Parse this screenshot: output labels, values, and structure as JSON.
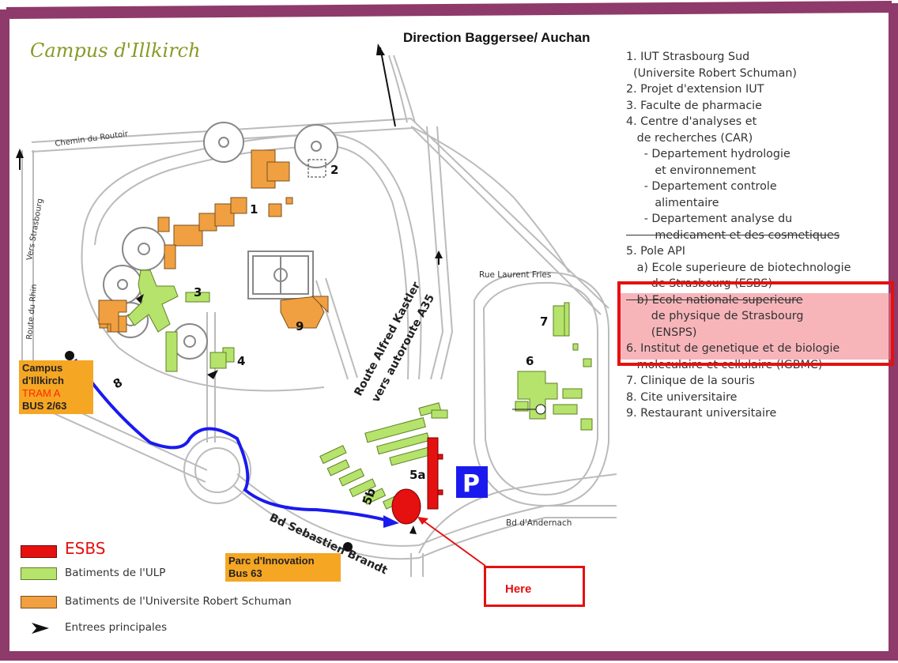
{
  "map_title": "Campus d'Illkirch",
  "direction_label": "Direction Baggersee/ Auchan",
  "roads": {
    "chemin_routoir": "Chemin du Routoir",
    "vers_strasbourg": "Vers Strasbourg",
    "route_du_rhin": "Route du Rhin",
    "rue_laurent_fries": "Rue Laurent Fries",
    "route_kastler_1": "Route Alfred Kastler",
    "route_kastler_2": "vers autoroute A35",
    "bd_brandt": "Bd Sebastien Brandt",
    "bd_andernach": "Bd d'Andernach"
  },
  "building_numbers": [
    "1",
    "2",
    "3",
    "4",
    "5a",
    "5b",
    "6",
    "7",
    "8",
    "9"
  ],
  "parking_label": "P",
  "stops": {
    "campus": {
      "line1": "Campus",
      "line2": "d'Illkirch",
      "line3": "TRAM A",
      "line4": "BUS 2/63"
    },
    "parc": {
      "line1": "Parc d'Innovation",
      "line2": "Bus 63"
    }
  },
  "here_label": "Here",
  "legend_items": [
    "1. IUT Strasbourg Sud",
    "  (Universite Robert Schuman)",
    "2. Projet d'extension IUT",
    "3. Faculte de pharmacie",
    "4. Centre d'analyses et",
    "   de recherches (CAR)",
    "     - Departement hydrologie",
    "        et environnement",
    "     - Departement controle",
    "        alimentaire",
    "     - Departement analyse du",
    "        medicament et des cosmetiques",
    "5. Pole API",
    "   a) Ecole superieure de biotechnologie",
    "       de Strasbourg (ESBS)",
    "   b) Ecole nationale superieure",
    "       de physique de Strasbourg",
    "       (ENSPS)",
    "6. Institut de genetique et de biologie",
    "   moleculaire et cellulaire (IGBMC)",
    "7. Clinique de la souris",
    "8. Cite universitaire",
    "9. Restaurant universitaire"
  ],
  "bottom_legend": {
    "esbs": "ESBS",
    "ulp": "Batiments de l'ULP",
    "urs": "Batiments de l'Universite Robert Schuman",
    "entrances": "Entrees principales"
  },
  "colors": {
    "frame": "#8e3a6a",
    "ulp_green": "#b5e36b",
    "urs_orange": "#f0a040",
    "esbs_red": "#e51010",
    "route_blue": "#1a1aee",
    "parking_blue": "#1a1aee",
    "highlight_pink": "#f3a0a8",
    "stop_label_orange": "#f5a623"
  }
}
